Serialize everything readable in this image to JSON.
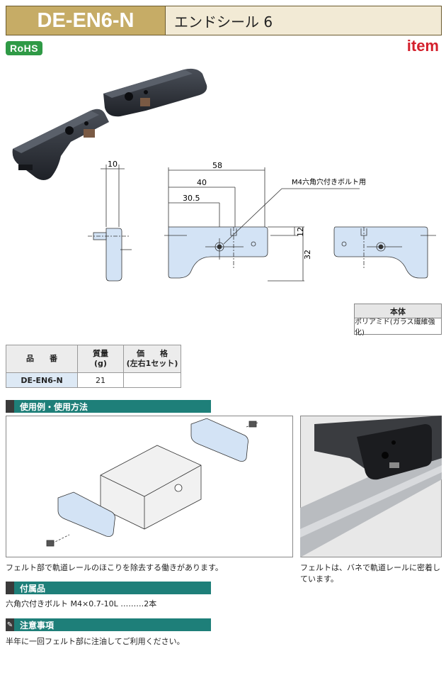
{
  "header": {
    "code": "DE-EN6-N",
    "name": "エンドシール 6"
  },
  "badges": {
    "rohs": "RoHS",
    "brand": "item"
  },
  "drawing": {
    "dim_10": "10",
    "dim_58": "58",
    "dim_40": "40",
    "dim_30_5": "30.5",
    "dim_12": "12",
    "dim_32": "32",
    "bolt_note": "M4六角穴付きボルト用"
  },
  "material": {
    "header": "本体",
    "value": "ポリアミド(ガラス繊維強化)"
  },
  "spec_table": {
    "col_code": "品　　番",
    "col_mass": "質量",
    "col_mass_unit": "(g)",
    "col_price": "価　　格",
    "col_price_unit": "(左右1セット)",
    "row": {
      "code": "DE-EN6-N",
      "mass": "21",
      "price": ""
    }
  },
  "sections": {
    "usage": {
      "title": "使用例・使用方法",
      "caption_left": "フェルト部で軌道レールのほこりを除去する働きがあります。",
      "caption_right_1": "フェルトは、バネで軌道レールに密着し",
      "caption_right_2": "ています。"
    },
    "accessories": {
      "title": "付属品",
      "text": "六角穴付きボルト M4×0.7-10L ………2本"
    },
    "caution": {
      "title": "注意事項",
      "text": "半年に一回フェルト部に注油してご利用ください。"
    }
  },
  "colors": {
    "header_gold": "#c6ac66",
    "section_teal": "#1e7f79",
    "rohs_green": "#2f9a46",
    "brand_red": "#d4202c",
    "part_blue": "#d3e3f5"
  }
}
